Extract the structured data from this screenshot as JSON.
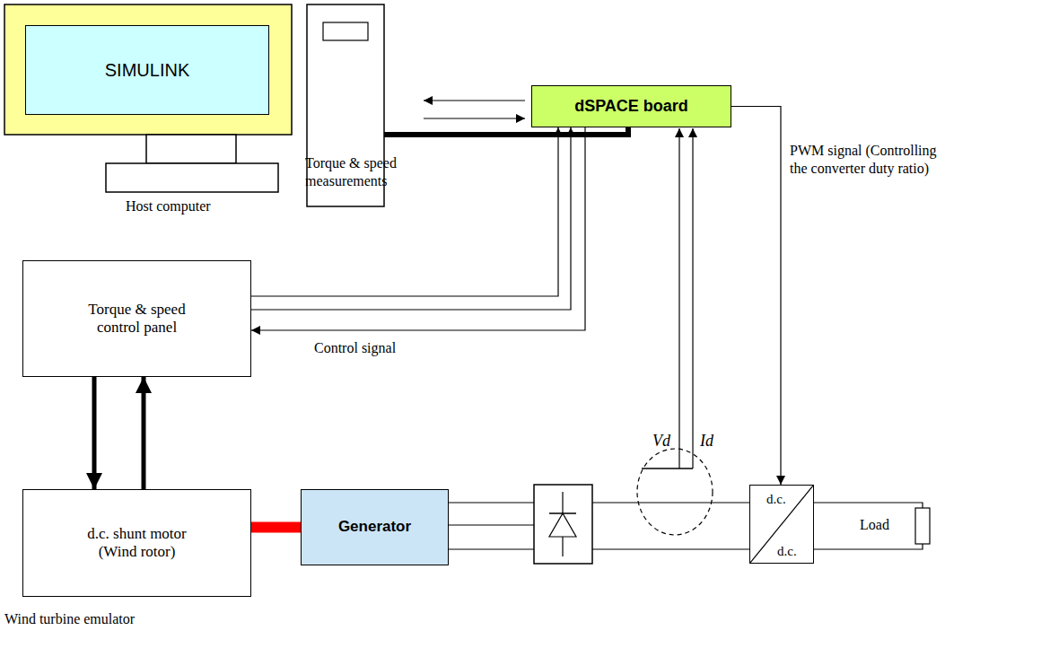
{
  "diagram": {
    "nodes": [
      {
        "text": [
          "SIMULINK"
        ]
      },
      {
        "text": [
          "dSPACE board"
        ]
      },
      {
        "text": [
          "Torque & speed control panel"
        ]
      },
      {
        "text": [
          "d.c. shunt motor (Wind rotor)"
        ]
      },
      {
        "text": [
          "Generator"
        ]
      },
      {
        "text": [
          "d.c.",
          "d.c."
        ]
      }
    ],
    "edges": [
      {
        "from": 2,
        "to": 1,
        "arrow": "to"
      },
      {
        "from": 2,
        "to": 1,
        "arrow": "to"
      },
      {
        "from": 1,
        "to": 2,
        "arrow": "to"
      },
      {
        "from": 2,
        "to": 3,
        "arrow": "to"
      },
      {
        "from": 3,
        "to": 2,
        "arrow": "to"
      },
      {
        "from": 3,
        "to": 4,
        "arrow": "none"
      },
      {
        "from": 1,
        "to": 5,
        "arrow": "to"
      }
    ],
    "labels": [
      "Host computer",
      "Torque & speed measurements",
      "Control signal",
      "Vd",
      "Id",
      "PWM signal (Controlling the converter duty ratio)",
      "Load",
      "Wind turbine emulator"
    ]
  }
}
